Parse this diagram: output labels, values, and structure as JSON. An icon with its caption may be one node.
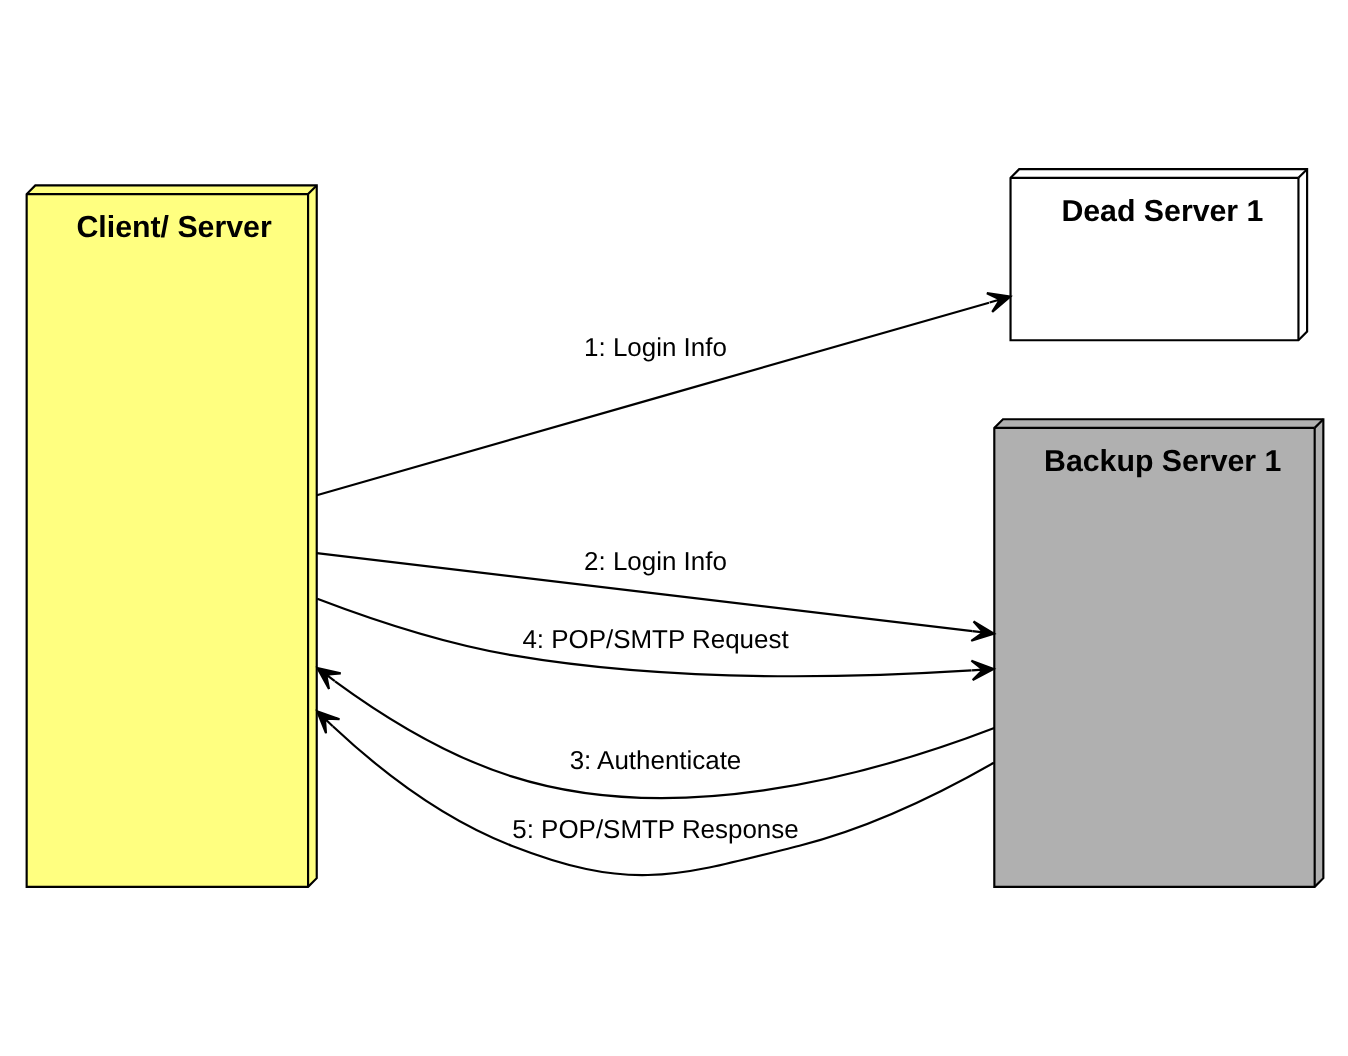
{
  "diagram": {
    "nodes": [
      {
        "text": [
          "Client/ Server"
        ]
      },
      {
        "text": [
          "Dead Server 1"
        ]
      },
      {
        "text": [
          "Backup Server 1"
        ]
      }
    ],
    "edges": [
      {
        "from": 0,
        "to": 1,
        "arrow": "to",
        "label": "1: Login Info"
      },
      {
        "from": 0,
        "to": 2,
        "arrow": "to",
        "label": "2: Login Info"
      },
      {
        "from": 2,
        "to": 0,
        "arrow": "to",
        "label": "3: Authenticate"
      },
      {
        "from": 0,
        "to": 2,
        "arrow": "to",
        "label": "4: POP/SMTP Request"
      },
      {
        "from": 2,
        "to": 0,
        "arrow": "to",
        "label": "5: POP/SMTP Response"
      }
    ]
  }
}
